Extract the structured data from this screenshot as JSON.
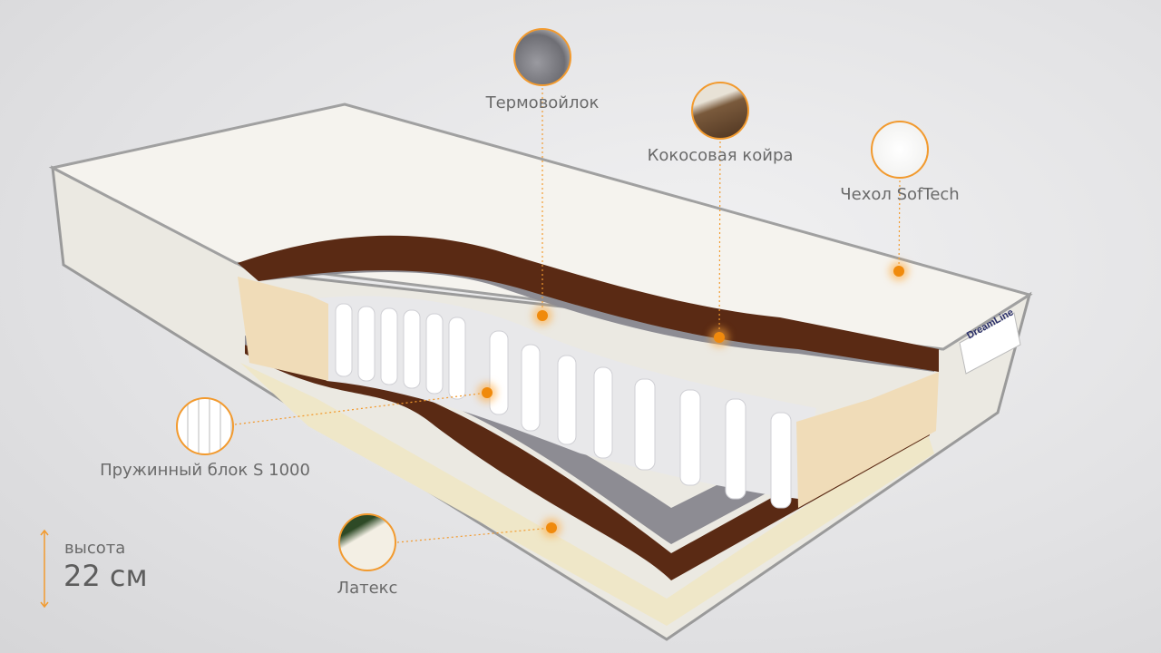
{
  "callouts": [
    {
      "id": "termovoylok",
      "label": "Термовойлок"
    },
    {
      "id": "coconut",
      "label": "Кокосовая койра"
    },
    {
      "id": "cover",
      "label": "Чехол SofTech"
    },
    {
      "id": "springs",
      "label": "Пружинный блок S 1000"
    },
    {
      "id": "latex",
      "label": "Латекс"
    }
  ],
  "height": {
    "label": "высота",
    "value": "22 см"
  },
  "brand_tag": "DreamLine",
  "colors": {
    "accent": "#f08a0c",
    "coconut": "#5a2a14",
    "felt": "#8a8a90",
    "foam": "#f0dcb8",
    "cover": "#f4f2ec"
  }
}
